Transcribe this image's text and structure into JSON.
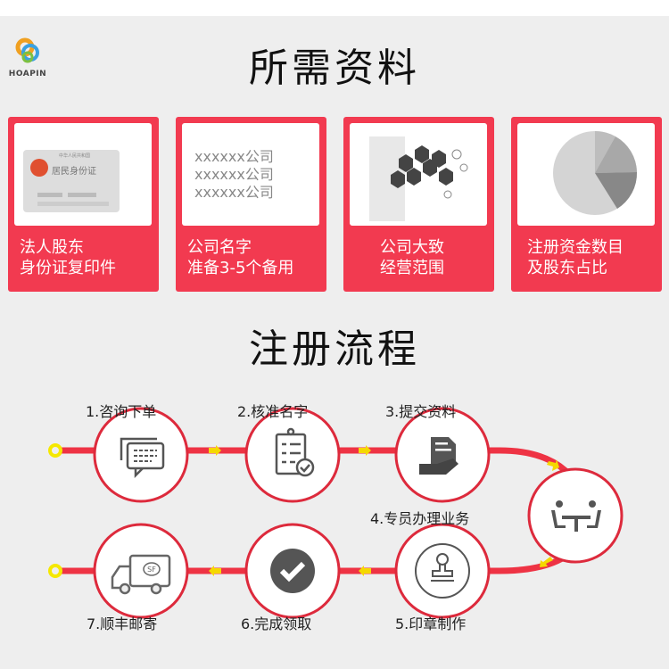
{
  "logo": {
    "text": "HOAPIN"
  },
  "section1": {
    "title": "所需资料"
  },
  "cards": [
    {
      "line1": "法人股东",
      "line2": "身份证复印件",
      "idcard": {
        "header": "中华人民共和国",
        "title": "居民身份证"
      }
    },
    {
      "line1": "公司名字",
      "line2": "准备3-5个备用",
      "names": [
        "xxxxxx公司",
        "xxxxxx公司",
        "xxxxxx公司"
      ]
    },
    {
      "line1": "公司大致",
      "line2": "经营范围"
    },
    {
      "line1": "注册资金数目",
      "line2": "及股东占比"
    }
  ],
  "section2": {
    "title": "注册流程"
  },
  "steps": [
    {
      "label": "1.咨询下单",
      "icon": "chat-icon"
    },
    {
      "label": "2.核准名字",
      "icon": "clipboard-check-icon"
    },
    {
      "label": "3.提交资料",
      "icon": "document-hand-icon"
    },
    {
      "label": "4.专员办理业务",
      "icon": "meeting-icon"
    },
    {
      "label": "5.印章制作",
      "icon": "stamp-icon"
    },
    {
      "label": "6.完成领取",
      "icon": "check-circle-icon"
    },
    {
      "label": "7.顺丰邮寄",
      "icon": "truck-icon",
      "badge": "SF"
    }
  ],
  "colors": {
    "red": "#f23a50",
    "line": "#ee3344",
    "arrow": "#f5e000",
    "gray": "#555555"
  }
}
